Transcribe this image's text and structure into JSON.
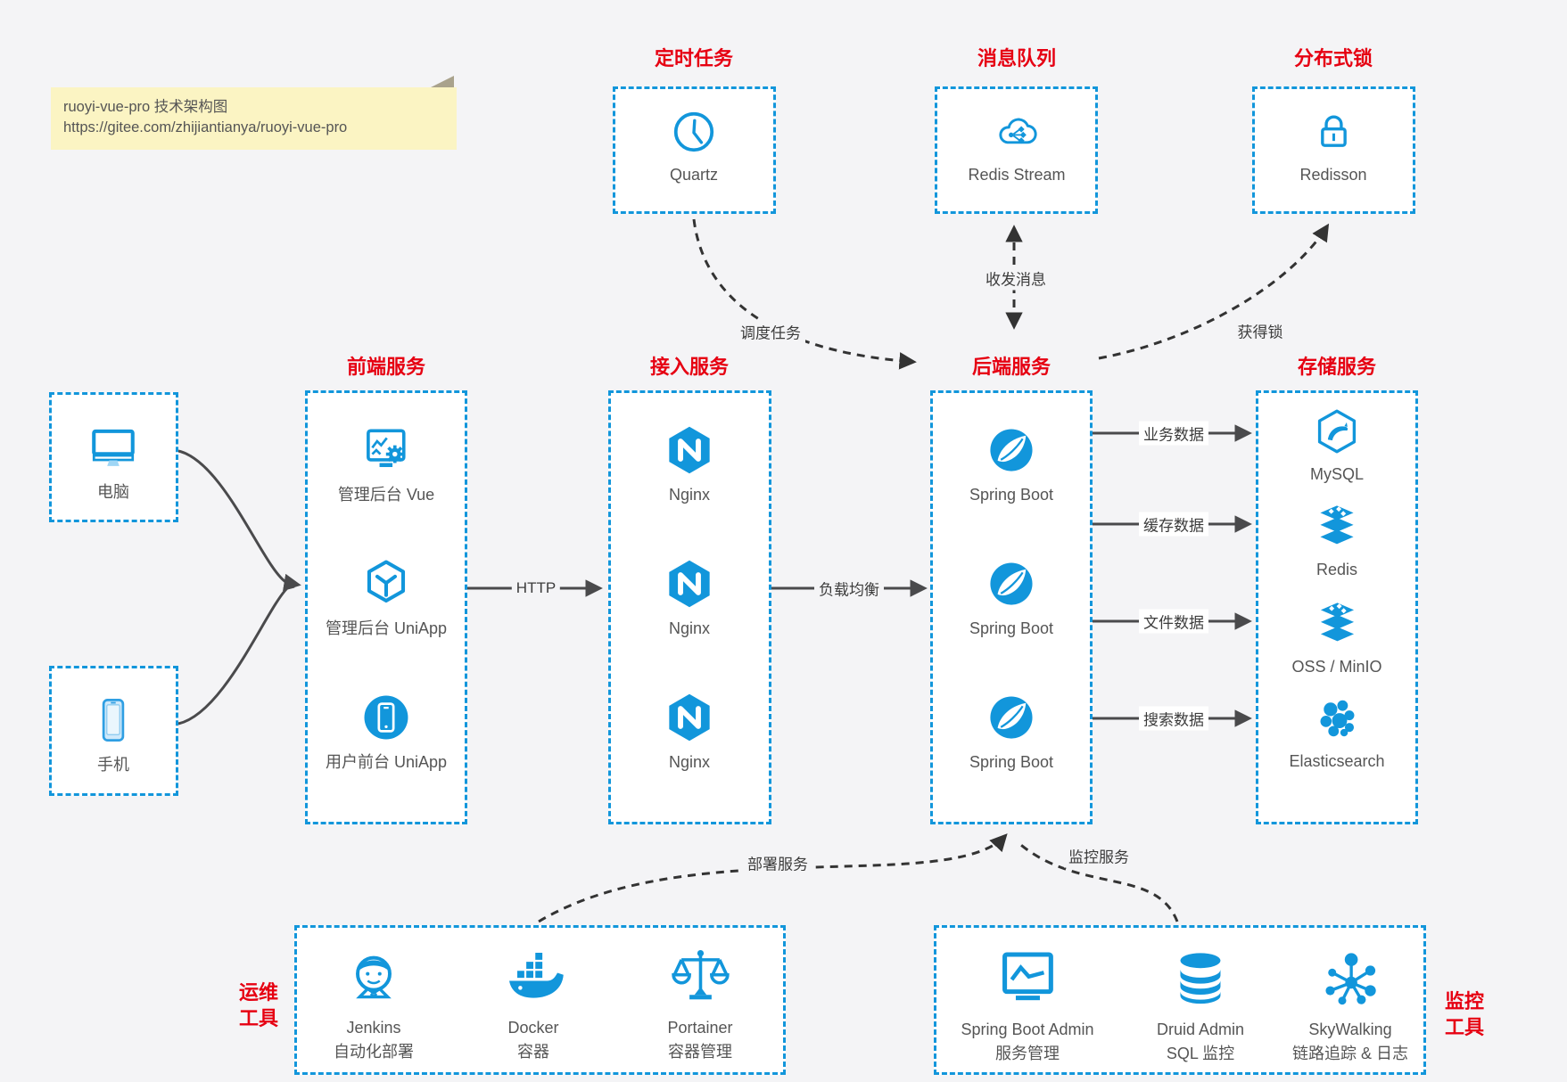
{
  "note": {
    "line1": "ruoyi-vue-pro 技术架构图",
    "line2": "https://gitee.com/zhijiantianya/ruoyi-vue-pro"
  },
  "colors": {
    "accent_blue": "#1296db",
    "title_red": "#e60012",
    "note_bg": "#fbf4c3",
    "arrow_gray": "#4a4a4c",
    "curve_dark": "#333333",
    "canvas_bg": "#f4f4f6",
    "label_gray": "#555555"
  },
  "groups": {
    "scheduler": {
      "title": "定时任务",
      "items": [
        {
          "icon": "clock-icon",
          "label": "Quartz"
        }
      ]
    },
    "mq": {
      "title": "消息队列",
      "items": [
        {
          "icon": "cloud-share-icon",
          "label": "Redis Stream"
        }
      ]
    },
    "lock": {
      "title": "分布式锁",
      "items": [
        {
          "icon": "lock-icon",
          "label": "Redisson"
        }
      ]
    },
    "clients": {
      "items": [
        {
          "icon": "desktop-icon",
          "label": "电脑"
        },
        {
          "icon": "smartphone-icon",
          "label": "手机"
        }
      ]
    },
    "frontend": {
      "title": "前端服务",
      "items": [
        {
          "icon": "admin-vue-icon",
          "label": "管理后台 Vue"
        },
        {
          "icon": "uniapp-icon",
          "label": "管理后台 UniApp"
        },
        {
          "icon": "user-uniapp-icon",
          "label": "用户前台 UniApp"
        }
      ]
    },
    "gateway": {
      "title": "接入服务",
      "items": [
        {
          "icon": "nginx-icon",
          "label": "Nginx"
        },
        {
          "icon": "nginx-icon",
          "label": "Nginx"
        },
        {
          "icon": "nginx-icon",
          "label": "Nginx"
        }
      ]
    },
    "backend": {
      "title": "后端服务",
      "items": [
        {
          "icon": "spring-icon",
          "label": "Spring Boot"
        },
        {
          "icon": "spring-icon",
          "label": "Spring Boot"
        },
        {
          "icon": "spring-icon",
          "label": "Spring Boot"
        }
      ]
    },
    "storage": {
      "title": "存储服务",
      "items": [
        {
          "icon": "mysql-icon",
          "label": "MySQL"
        },
        {
          "icon": "redis-icon",
          "label": "Redis"
        },
        {
          "icon": "oss-icon",
          "label": "OSS / MinIO"
        },
        {
          "icon": "elasticsearch-icon",
          "label": "Elasticsearch"
        }
      ]
    },
    "devops": {
      "side_title": [
        "运维",
        "工具"
      ],
      "items": [
        {
          "icon": "jenkins-icon",
          "label": "Jenkins",
          "sublabel": "自动化部署"
        },
        {
          "icon": "docker-icon",
          "label": "Docker",
          "sublabel": "容器"
        },
        {
          "icon": "portainer-icon",
          "label": "Portainer",
          "sublabel": "容器管理"
        }
      ]
    },
    "monitoring": {
      "side_title": [
        "监控",
        "工具"
      ],
      "items": [
        {
          "icon": "sba-icon",
          "label": "Spring Boot Admin",
          "sublabel": "服务管理"
        },
        {
          "icon": "druid-icon",
          "label": "Druid Admin",
          "sublabel": "SQL 监控"
        },
        {
          "icon": "skywalking-icon",
          "label": "SkyWalking",
          "sublabel": "链路追踪 & 日志"
        }
      ]
    }
  },
  "edges": {
    "http": "HTTP",
    "load_balance": "负载均衡",
    "business_data": "业务数据",
    "cache_data": "缓存数据",
    "file_data": "文件数据",
    "search_data": "搜索数据",
    "schedule_task": "调度任务",
    "send_receive_message": "收发消息",
    "acquire_lock": "获得锁",
    "deploy_service": "部署服务",
    "monitor_service": "监控服务"
  }
}
